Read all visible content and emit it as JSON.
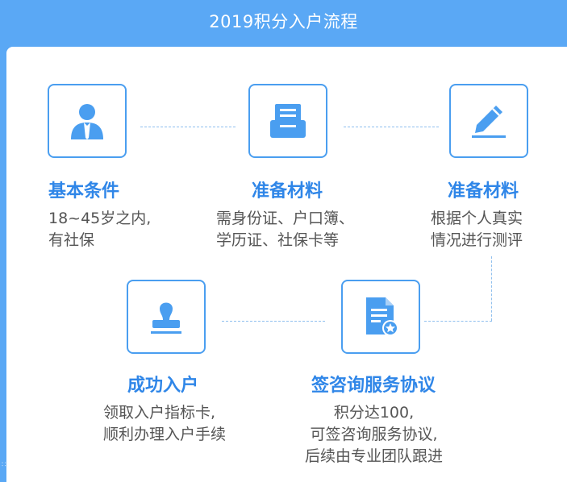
{
  "header": {
    "title": "2019积分入户流程"
  },
  "steps": [
    {
      "icon": "user-icon",
      "title": "基本条件",
      "desc": [
        "18~45岁之内,",
        "有社保"
      ]
    },
    {
      "icon": "document-tray-icon",
      "title": "准备材料",
      "desc": [
        "需身份证、户口簿、",
        "学历证、社保卡等"
      ]
    },
    {
      "icon": "pencil-icon",
      "title": "准备材料",
      "desc": [
        "根据个人真实",
        "情况进行测评"
      ]
    },
    {
      "icon": "stamp-icon",
      "title": "成功入户",
      "desc": [
        "领取入户指标卡,",
        "顺利办理入户手续"
      ]
    },
    {
      "icon": "agreement-badge-icon",
      "title": "签咨询服务协议",
      "desc": [
        "积分达100,",
        "可签咨询服务协议,",
        "后续由专业团队跟进"
      ]
    }
  ],
  "colors": {
    "background": "#5aa8f5",
    "accent": "#2f86e8",
    "icon_border": "#4a9ef0",
    "text": "#555555"
  }
}
